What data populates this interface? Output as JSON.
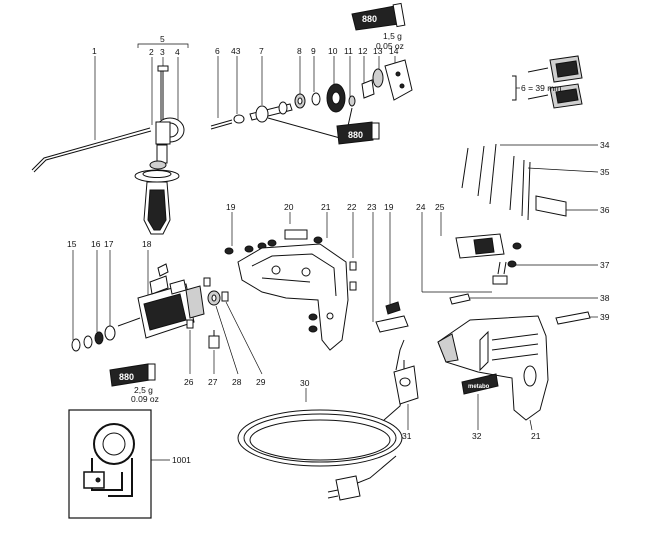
{
  "grease_top": {
    "tube_label": "880",
    "weight": "1,5 g",
    "weight_oz": "0.05 oz"
  },
  "grease_mid": {
    "tube_label": "880"
  },
  "grease_bottom": {
    "tube_label": "880",
    "weight": "2,5 g",
    "weight_oz": "0.09 oz"
  },
  "chuck_note": "6 = 39 mm",
  "brand_plate": "metabo",
  "parts": {
    "p1": "1",
    "p2": "2",
    "p3": "3",
    "p4": "4",
    "p5": "5",
    "p6": "6",
    "p43": "43",
    "p7": "7",
    "p8": "8",
    "p9": "9",
    "p10": "10",
    "p11": "11",
    "p12": "12",
    "p13": "13",
    "p14": "14",
    "p15": "15",
    "p16": "16",
    "p17": "17",
    "p18": "18",
    "p19a": "19",
    "p19b": "19",
    "p20": "20",
    "p21a": "21",
    "p21b": "21",
    "p22": "22",
    "p23": "23",
    "p24": "24",
    "p25": "25",
    "p26": "26",
    "p27": "27",
    "p28": "28",
    "p29": "29",
    "p30": "30",
    "p31": "31",
    "p32": "32",
    "p34": "34",
    "p35": "35",
    "p36": "36",
    "p37": "37",
    "p38": "38",
    "p39": "39",
    "p1001": "1001"
  }
}
